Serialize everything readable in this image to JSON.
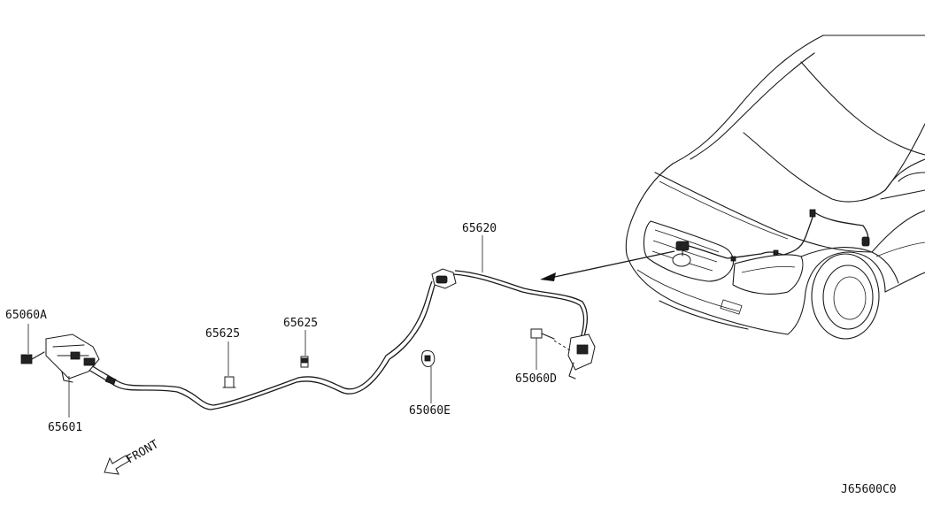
{
  "labels": {
    "p65060a": "65060A",
    "p65601": "65601",
    "p65625_left": "65625",
    "p65625_right": "65625",
    "p65620": "65620",
    "p65060e": "65060E",
    "p65060d": "65060D",
    "front": "FRONT",
    "diagram_code": "J65600C0"
  }
}
